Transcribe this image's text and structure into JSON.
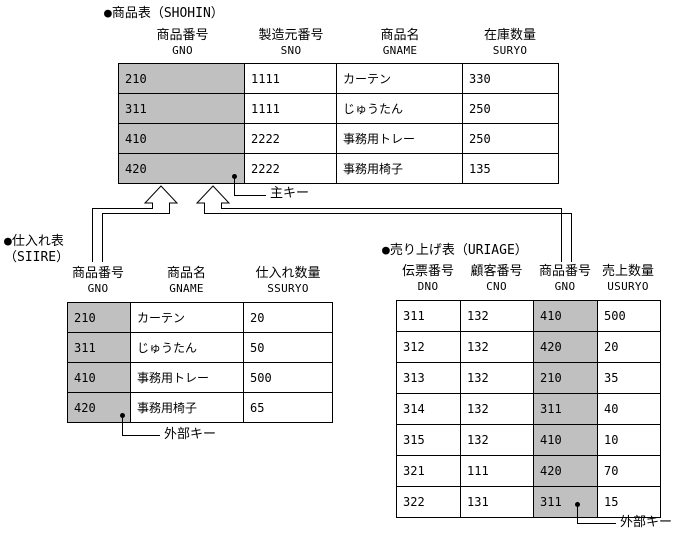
{
  "shohin": {
    "title": "●商品表（SHOHIN）",
    "headers": [
      {
        "jp": "商品番号",
        "en": "GNO"
      },
      {
        "jp": "製造元番号",
        "en": "SNO"
      },
      {
        "jp": "商品名",
        "en": "GNAME"
      },
      {
        "jp": "在庫数量",
        "en": "SURYO"
      }
    ],
    "rows": [
      [
        "210",
        "1111",
        "カーテン",
        "330"
      ],
      [
        "311",
        "1111",
        "じゅうたん",
        "250"
      ],
      [
        "410",
        "2222",
        "事務用トレー",
        "250"
      ],
      [
        "420",
        "2222",
        "事務用椅子",
        "135"
      ]
    ],
    "key_label": "主キー"
  },
  "siire": {
    "title": "●仕入れ表",
    "subtitle": "（SIIRE）",
    "headers": [
      {
        "jp": "商品番号",
        "en": "GNO"
      },
      {
        "jp": "商品名",
        "en": "GNAME"
      },
      {
        "jp": "仕入れ数量",
        "en": "SSURYO"
      }
    ],
    "rows": [
      [
        "210",
        "カーテン",
        "20"
      ],
      [
        "311",
        "じゅうたん",
        "50"
      ],
      [
        "410",
        "事務用トレー",
        "500"
      ],
      [
        "420",
        "事務用椅子",
        "65"
      ]
    ],
    "fk_label": "外部キー"
  },
  "uriage": {
    "title": "●売り上げ表（URIAGE）",
    "headers": [
      {
        "jp": "伝票番号",
        "en": "DNO"
      },
      {
        "jp": "顧客番号",
        "en": "CNO"
      },
      {
        "jp": "商品番号",
        "en": "GNO"
      },
      {
        "jp": "売上数量",
        "en": "USURYO"
      }
    ],
    "rows": [
      [
        "311",
        "132",
        "410",
        "500"
      ],
      [
        "312",
        "132",
        "420",
        "20"
      ],
      [
        "313",
        "132",
        "210",
        "35"
      ],
      [
        "314",
        "132",
        "311",
        "40"
      ],
      [
        "315",
        "132",
        "410",
        "10"
      ],
      [
        "321",
        "111",
        "420",
        "70"
      ],
      [
        "322",
        "131",
        "311",
        "15"
      ]
    ],
    "fk_label": "外部キー"
  },
  "colors": {
    "key_fill": "#c0c0c0",
    "line": "#000000",
    "background": "#ffffff"
  }
}
